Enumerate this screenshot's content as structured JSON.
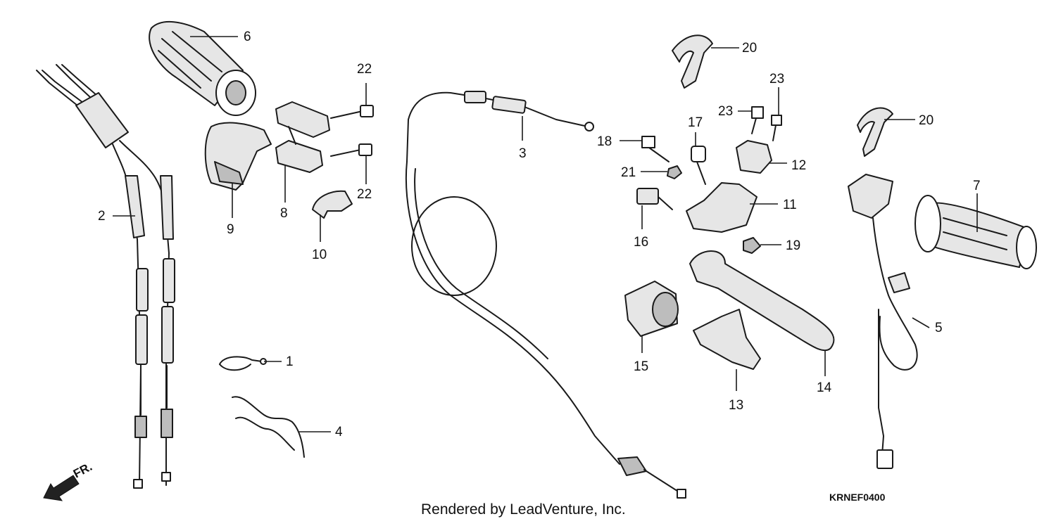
{
  "diagram": {
    "callouts": [
      "1",
      "2",
      "3",
      "4",
      "5",
      "6",
      "7",
      "8",
      "9",
      "10",
      "11",
      "12",
      "13",
      "14",
      "15",
      "16",
      "17",
      "18",
      "19",
      "20",
      "20",
      "21",
      "22",
      "22",
      "23",
      "23"
    ],
    "direction_label": "FR.",
    "diagram_code": "KRNEF0400",
    "credit": "Rendered by LeadVenture, Inc."
  }
}
